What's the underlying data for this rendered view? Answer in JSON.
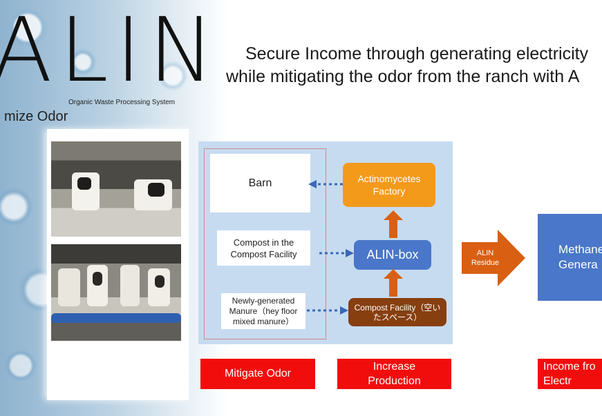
{
  "brand": {
    "logo_text": "ALIN",
    "subtitle": "Organic Waste Processing System"
  },
  "section_title": "mize Odor",
  "headline": {
    "line1": "Secure Income through generating electricity",
    "line2": "while mitigating the odor from the ranch with A"
  },
  "diagram": {
    "barn": "Barn",
    "compost_facility_box": "Compost in the Compost Facility",
    "new_manure": "Newly-generated Manure（hey floor mixed manure）",
    "actinomycetes": "Actinomycetes Factory",
    "alin_box": "ALIN-box",
    "compost_facility": "Compost Facility（空いたスペース）",
    "residue_arrow": "ALIN Residue",
    "methane": "Methane Genera"
  },
  "labels": {
    "mitigate": "Mitigate Odor",
    "increase": "Increase Production",
    "income": "Income fro Electr"
  },
  "colors": {
    "orange": "#f39a1a",
    "blue": "#4a77c9",
    "brown": "#873f10",
    "red": "#f20d0d",
    "arrow_orange": "#d95f13",
    "dotted_blue": "#3a67b5"
  }
}
